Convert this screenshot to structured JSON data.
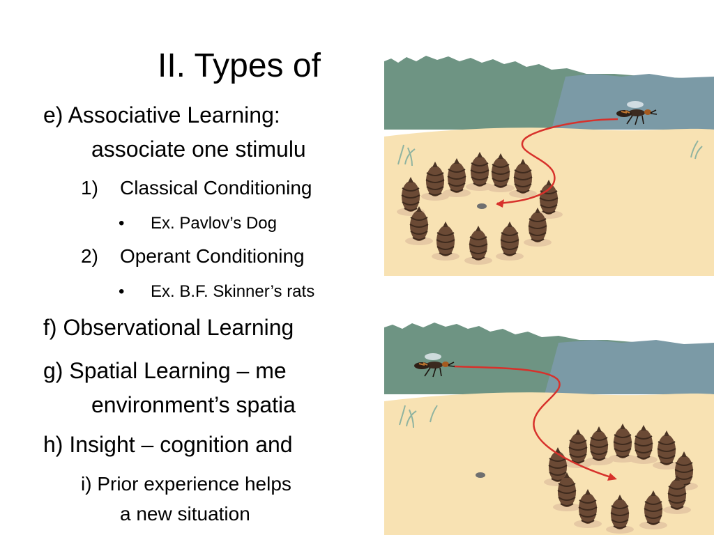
{
  "slide": {
    "title": "II. Types of",
    "lines": [
      {
        "text": "e) Associative Learning:"
      },
      {
        "text": "associate one stimulu"
      },
      {
        "marker": "1)",
        "text": "Classical Conditioning"
      },
      {
        "marker": "•",
        "text": "Ex. Pavlov’s Dog"
      },
      {
        "marker": "2)",
        "text": "Operant Conditioning"
      },
      {
        "marker": "•",
        "text": "Ex. B.F. Skinner’s rats"
      },
      {
        "text": "f) Observational Learning"
      },
      {
        "text": "g) Spatial Learning – me"
      },
      {
        "text": "environment’s spatia"
      },
      {
        "text": "h) Insight – cognition and"
      },
      {
        "text": "i) Prior experience helps"
      },
      {
        "text": "a new situation"
      }
    ]
  },
  "illustrations": [
    {
      "name": "wasp-nest-pinecone-ring",
      "state": "cones circle the nest"
    },
    {
      "name": "wasp-nest-pinecone-ring-moved",
      "state": "cones moved away from nest"
    }
  ],
  "colors": {
    "sky": "#ffffff",
    "treeline": "#6e9483",
    "distant_hills": "#7b9aa6",
    "ground": "#f8e2b3",
    "flight_path": "#d7312b",
    "cone": "#7a5a44",
    "text": "#000000"
  }
}
